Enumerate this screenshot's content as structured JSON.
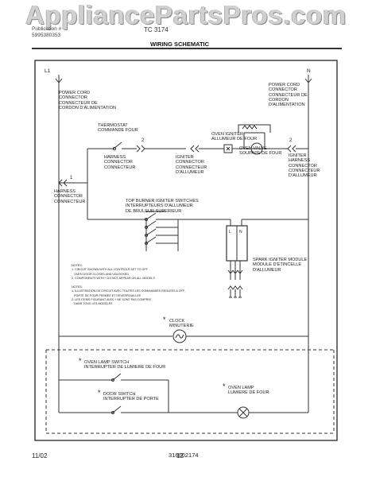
{
  "watermark": "AppliancePartsPros.com",
  "header": {
    "left_top": "Publication #",
    "left_bottom": "5995380353",
    "right": "TC 3174",
    "title": "WIRING SCHEMATIC"
  },
  "lines": {
    "l1": "L1",
    "n": "N"
  },
  "labels": {
    "power_cord_left": "POWER CORD\nCONNECTOR\nCONNECTEUR DE\nCORDON D'ALIMENTATION",
    "power_cord_right": "POWER CORD\nCONNECTOR\nCONNECTEUR DE\nCORDON\nD'ALIMENTATION",
    "thermostat": "THERMOSTAT\nCOMMANDE FOUR",
    "oven_igniter": "OVEN IGNITER\nALLUMEUR DE FOUR",
    "oven_valve": "OVEN VALVE\nSOUPAPE DE FOUR",
    "harness_left": "HARNESS\nCONNECTOR\nCONNECTEUR",
    "igniter_conn": "IGNITER\nCONNECTOR\nCONNECTEUR\nD'ALLUMEUR",
    "igniter_harness_right": "IGNITER\nHARNESS\nCONNECTOR\nCONNECTEUR\nD'ALLUMEUR",
    "harness_side": "HARNESS\nCONNECTOR\nCONNECTEUR",
    "top_burner": "TOP BURNER IGNITER SWITCHES\nINTERRUPTEURS D'ALLUMEUR\nDE BRULEUR SUPERIEUR",
    "spark_module": "SPARK IGNITER MODULE\nMODULE D'ETINCELLE\nD'ALLUMEUR",
    "clock": "CLOCK\nMINUTERIE",
    "oven_lamp_switch": "OVEN LAMP SWITCH\nINTERRUPTER DE LUMIERE DE FOUR",
    "door_switch": "DOOR SWITCH\nINTERRUPTER DE PORTE",
    "oven_lamp": "OVEN LAMP\nLUMIERE DE FOUR",
    "connector_1": "1",
    "connector_2": "2",
    "mark_2": "2",
    "module_mark_a": "L",
    "module_mark_b": "N",
    "asterisk": "*"
  },
  "notes": "NOTES:\n1. CIRCUIT SHOWN WITH ALL CONTROLS SET TO OFF\n   OVEN DOOR CLOSED AND UNLOCKED\n2. COMPONENTS WITH * DO NOT APPEAR ON ALL MODELS\n\nNOTES:\n1. ILLUSTRATION DE CIRCUIT AVEC TOUTES LES COMMANDES REGLEES A OFF,\n   PORTE DE FOUR FERMEE ET DEVERROUILLEE\n2. LES ITEMS FIGURANT AVEC * NE SONT PAS COMPRIS\n   DANS TOUS LES MODELES",
  "part_number": "316002174",
  "footer": {
    "date": "11/02",
    "page": "12"
  }
}
